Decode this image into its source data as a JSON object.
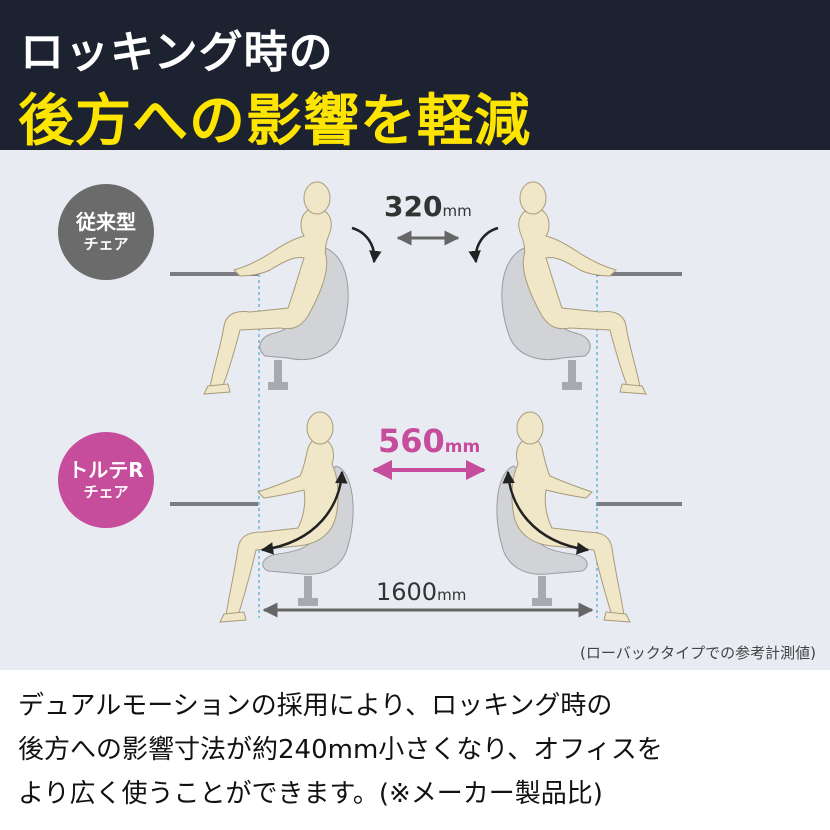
{
  "header": {
    "title_line1": "ロッキング時の",
    "title_line2": "後方への影響を軽減"
  },
  "diagram": {
    "conventional_label": {
      "line1": "従来型",
      "line2": "チェア"
    },
    "torte_label": {
      "line1": "トルテR",
      "line2": "チェア"
    },
    "distance_conventional": {
      "value": "320",
      "unit": "mm"
    },
    "distance_torte": {
      "value": "560",
      "unit": "mm"
    },
    "distance_desks": {
      "value": "1600",
      "unit": "mm"
    },
    "note": "(ローバックタイプでの参考計測値)"
  },
  "description": {
    "line1": "デュアルモーションの採用により、ロッキング時の",
    "line2": "後方への影響寸法が約240mm小さくなり、オフィスを",
    "line3": "より広く使うことができます。(※メーカー製品比)"
  },
  "colors": {
    "header_bg": "#1d2230",
    "title_accent": "#fde500",
    "diagram_bg": "#e9ebf2",
    "torte_accent": "#c64d9b",
    "conventional_badge": "#6b6b6b",
    "person_fill": "#f0e6c8",
    "chair_fill": "#d2d3d6"
  }
}
